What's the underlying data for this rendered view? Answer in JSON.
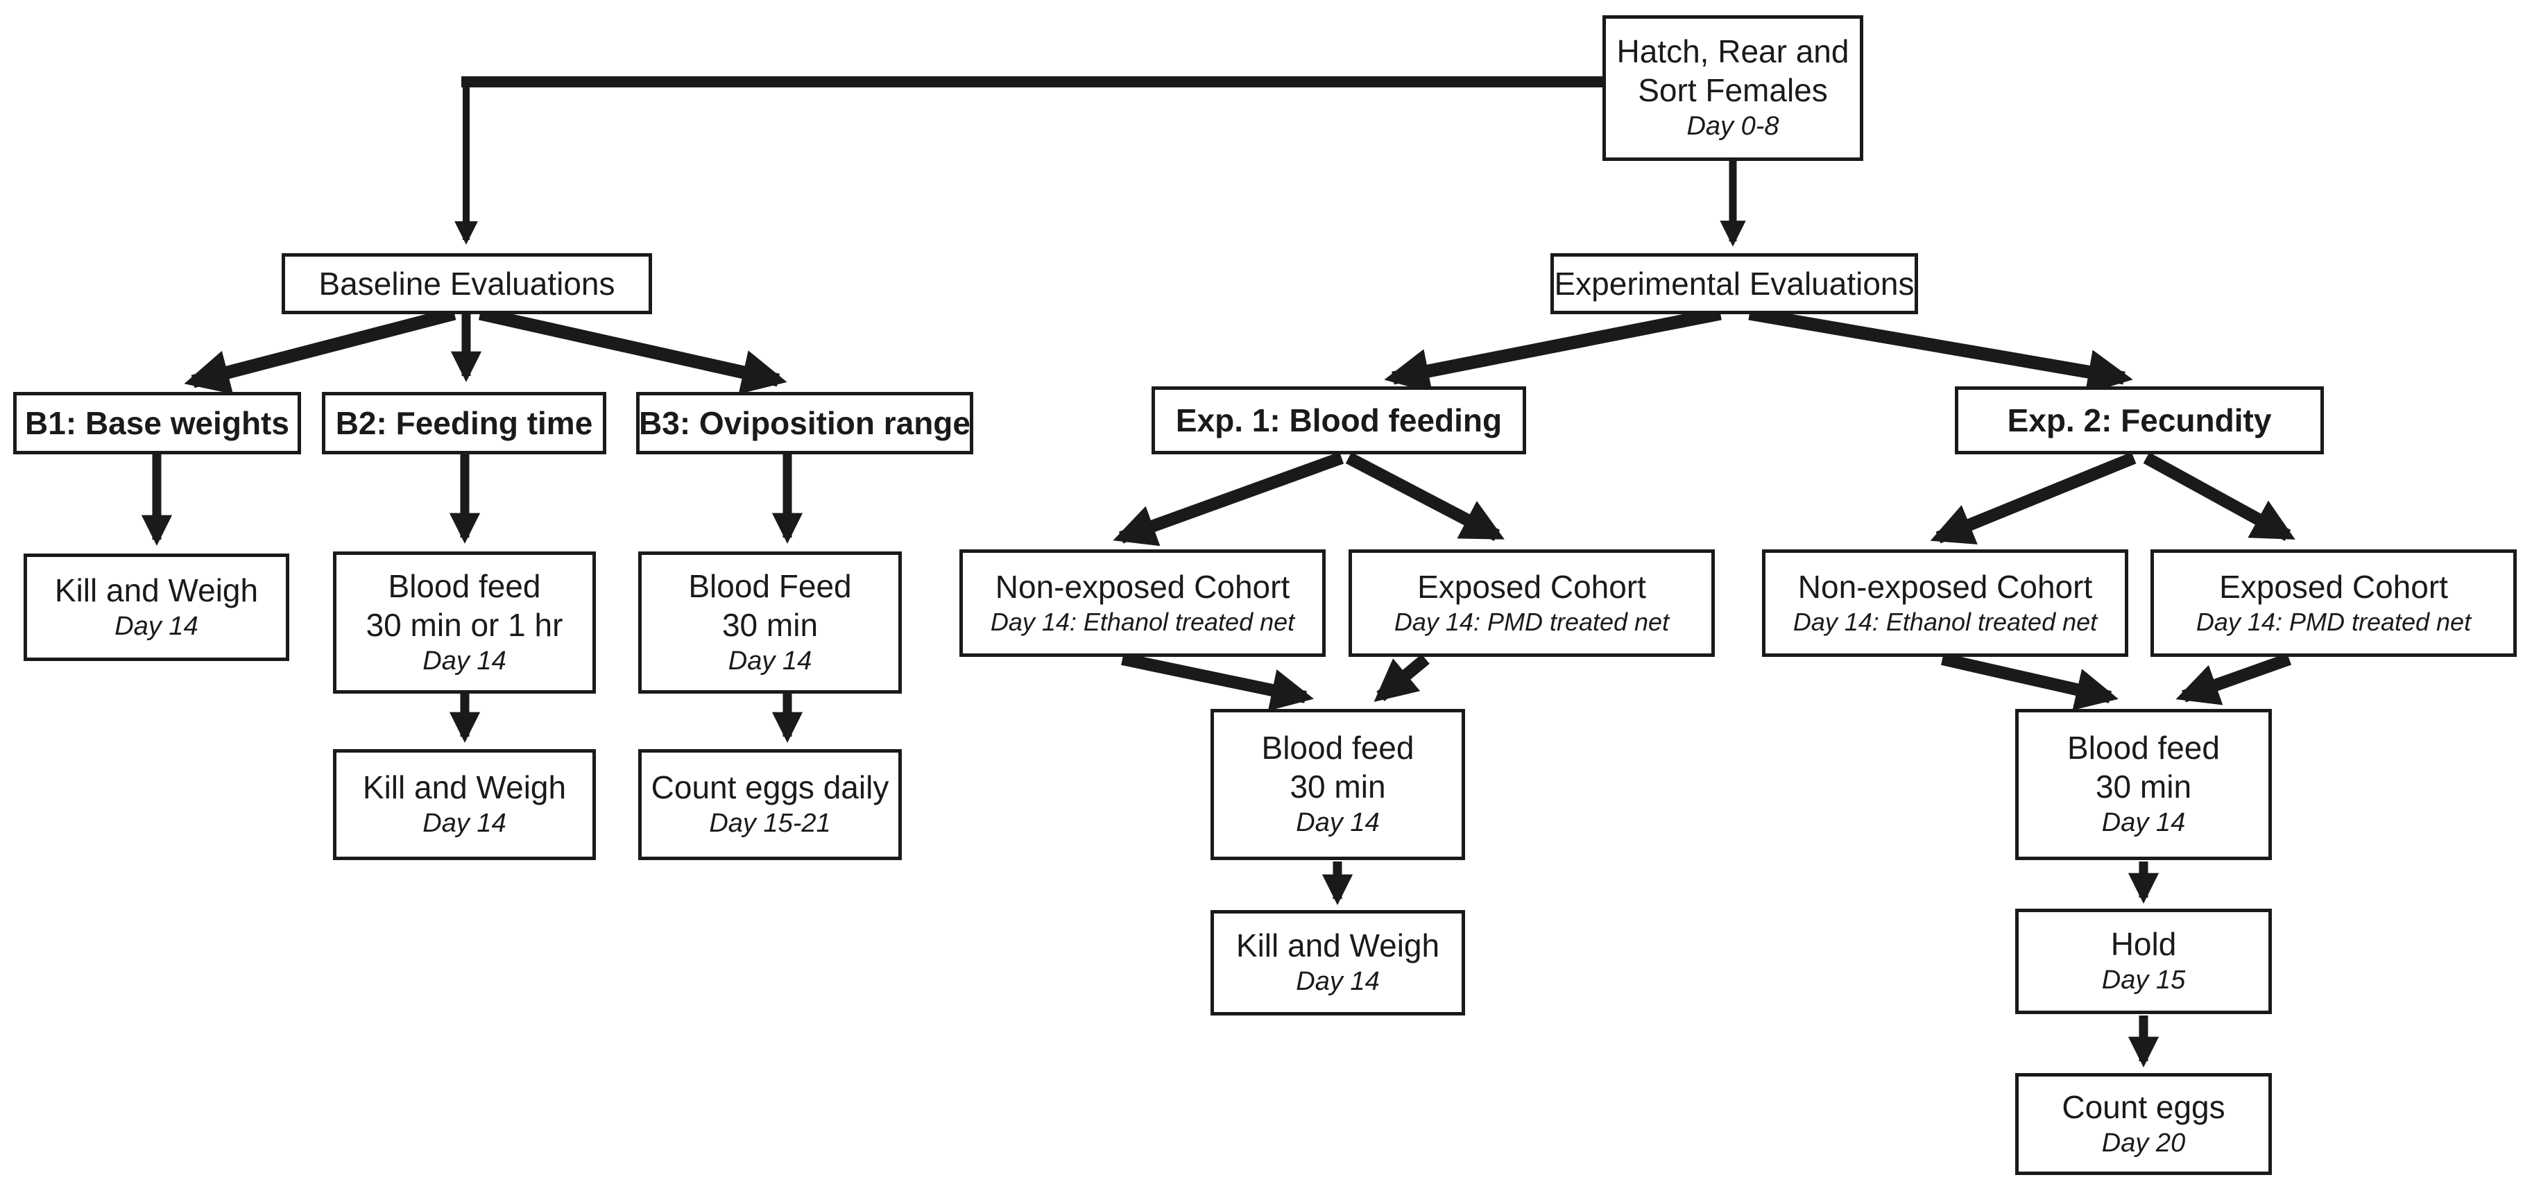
{
  "diagram": {
    "title": "Mosquito bednet exposure study design flowchart",
    "colors": {
      "ink": "#1a1a1a",
      "background": "#ffffff"
    },
    "nodes": {
      "hatch": {
        "line1": "Hatch, Rear and",
        "line2": "Sort Females",
        "day": "Day 0-8"
      },
      "baseline": {
        "title": "Baseline Evaluations"
      },
      "experimental": {
        "title": "Experimental Evaluations"
      },
      "b1": {
        "title": "B1: Base weights"
      },
      "b2": {
        "title": "B2: Feeding time"
      },
      "b3": {
        "title": "B3: Oviposition range"
      },
      "exp1": {
        "title": "Exp. 1: Blood feeding"
      },
      "exp2": {
        "title": "Exp. 2: Fecundity"
      },
      "kill_weigh_b1": {
        "title": "Kill and Weigh",
        "day": "Day 14"
      },
      "blood_feed_b2": {
        "line1": "Blood feed",
        "line2": "30 min or 1 hr",
        "day": "Day 14"
      },
      "blood_feed_b3": {
        "line1": "Blood Feed",
        "line2": "30 min",
        "day": "Day 14"
      },
      "kill_weigh_b2": {
        "title": "Kill and Weigh",
        "day": "Day 14"
      },
      "count_eggs_daily": {
        "title": "Count eggs daily",
        "day": "Day 15-21"
      },
      "nonexposed_exp1": {
        "title": "Non-exposed Cohort",
        "day": "Day 14: Ethanol treated net"
      },
      "exposed_exp1": {
        "title": "Exposed Cohort",
        "day": "Day 14: PMD treated net"
      },
      "nonexposed_exp2": {
        "title": "Non-exposed Cohort",
        "day": "Day 14: Ethanol treated net"
      },
      "exposed_exp2": {
        "title": "Exposed Cohort",
        "day": "Day 14: PMD treated net"
      },
      "blood_feed_exp1": {
        "line1": "Blood feed",
        "line2": "30 min",
        "day": "Day 14"
      },
      "blood_feed_exp2": {
        "line1": "Blood feed",
        "line2": "30 min",
        "day": "Day 14"
      },
      "kill_weigh_exp1": {
        "title": "Kill and Weigh",
        "day": "Day 14"
      },
      "hold": {
        "title": "Hold",
        "day": "Day 15"
      },
      "count_eggs": {
        "title": "Count eggs",
        "day": "Day 20"
      }
    }
  }
}
